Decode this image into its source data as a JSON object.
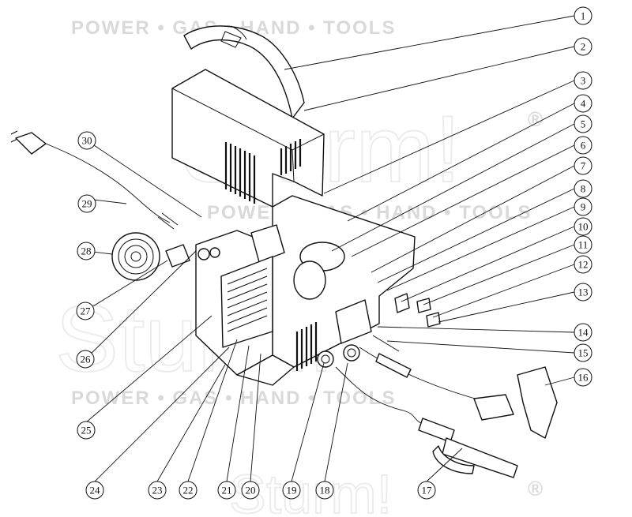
{
  "watermark": {
    "tagline": "POWER • GAS • HAND • TOOLS",
    "brand": "Sturm!",
    "registered": "®"
  },
  "callouts": [
    {
      "id": "1",
      "label": "1"
    },
    {
      "id": "2",
      "label": "2"
    },
    {
      "id": "3",
      "label": "3"
    },
    {
      "id": "4",
      "label": "4"
    },
    {
      "id": "5",
      "label": "5"
    },
    {
      "id": "6",
      "label": "6"
    },
    {
      "id": "7",
      "label": "7"
    },
    {
      "id": "8",
      "label": "8"
    },
    {
      "id": "9",
      "label": "9"
    },
    {
      "id": "10",
      "label": "10"
    },
    {
      "id": "11",
      "label": "11"
    },
    {
      "id": "12",
      "label": "12"
    },
    {
      "id": "13",
      "label": "13"
    },
    {
      "id": "14",
      "label": "14"
    },
    {
      "id": "15",
      "label": "15"
    },
    {
      "id": "16",
      "label": "16"
    },
    {
      "id": "17",
      "label": "17"
    },
    {
      "id": "18",
      "label": "18"
    },
    {
      "id": "19",
      "label": "19"
    },
    {
      "id": "20",
      "label": "20"
    },
    {
      "id": "21",
      "label": "21"
    },
    {
      "id": "22",
      "label": "22"
    },
    {
      "id": "23",
      "label": "23"
    },
    {
      "id": "24",
      "label": "24"
    },
    {
      "id": "25",
      "label": "25"
    },
    {
      "id": "26",
      "label": "26"
    },
    {
      "id": "27",
      "label": "27"
    },
    {
      "id": "28",
      "label": "28"
    },
    {
      "id": "29",
      "label": "29"
    },
    {
      "id": "30",
      "label": "30"
    }
  ]
}
